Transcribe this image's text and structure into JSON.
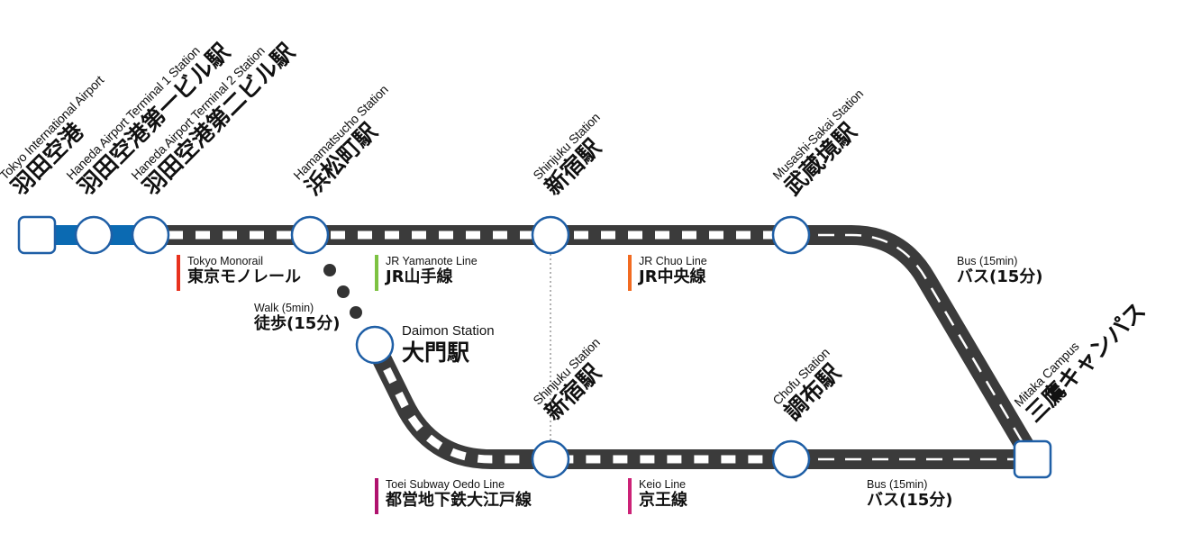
{
  "colors": {
    "rail": "#3b3b3b",
    "monorail": "#0b6ab2",
    "station_stroke": "#1f5fa6",
    "station_fill": "#ffffff",
    "tokyo_monorail": "#e8321e",
    "jr_yamanote": "#7dc242",
    "jr_chuo": "#f26b21",
    "toei_oedo": "#b0126e",
    "keio": "#cc2277",
    "walk_dots": "#333333",
    "transfer_line": "#999999"
  },
  "stations": {
    "haneda_airport": {
      "en": "Tokyo International Airport",
      "jp": "羽田空港"
    },
    "terminal1": {
      "en": "Haneda Airport Terminal 1 Station",
      "jp": "羽田空港第一ビル駅"
    },
    "terminal2": {
      "en": "Haneda Airport Terminal 2 Station",
      "jp": "羽田空港第二ビル駅"
    },
    "hamamatsucho": {
      "en": "Hamamatsucho Station",
      "jp": "浜松町駅"
    },
    "shinjuku_top": {
      "en": "Shinjuku Station",
      "jp": "新宿駅"
    },
    "musashisakai": {
      "en": "Musashi-Sakai Station",
      "jp": "武蔵境駅"
    },
    "daimon": {
      "en": "Daimon Station",
      "jp": "大門駅"
    },
    "shinjuku_bottom": {
      "en": "Shinjuku Station",
      "jp": "新宿駅"
    },
    "chofu": {
      "en": "Chofu Station",
      "jp": "調布駅"
    },
    "mitaka": {
      "en": "Mitaka Campus",
      "jp": "三鷹キャンパス"
    }
  },
  "lines": {
    "tokyo_monorail": {
      "en": "Tokyo Monorail",
      "jp": "東京モノレール"
    },
    "jr_yamanote": {
      "en": "JR Yamanote Line",
      "jp": "JR山手線"
    },
    "jr_chuo": {
      "en": "JR Chuo Line",
      "jp": "JR中央線"
    },
    "toei_oedo": {
      "en": "Toei Subway Oedo Line",
      "jp": "都営地下鉄大江戸線"
    },
    "keio": {
      "en": "Keio Line",
      "jp": "京王線"
    }
  },
  "transfers": {
    "walk": {
      "en": "Walk (5min)",
      "jp": "徒歩(15分)"
    },
    "bus_top": {
      "en": "Bus (15min)",
      "jp": "バス(15分)"
    },
    "bus_bottom": {
      "en": "Bus (15min)",
      "jp": "バス(15分)"
    }
  }
}
